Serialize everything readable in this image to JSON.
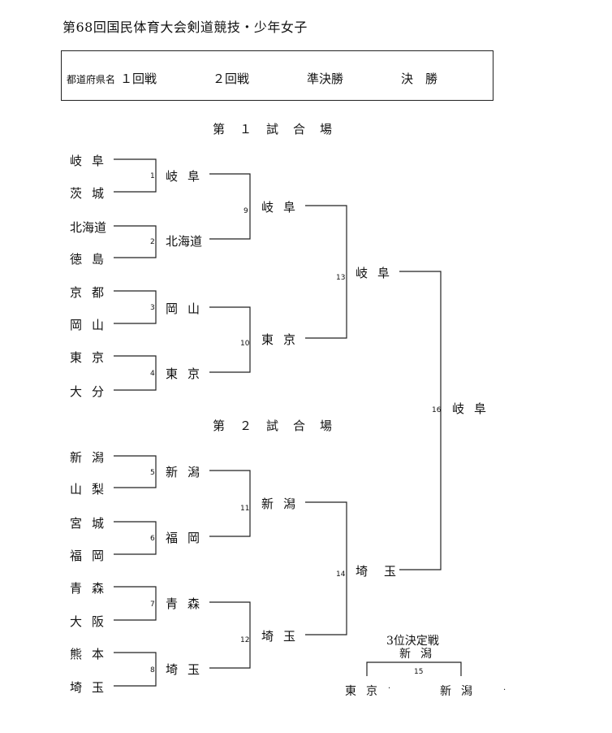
{
  "title": "第68回国民体育大会剣道競技・少年女子",
  "header": {
    "prefecture_label": "都道府県名",
    "round1": "１回戦",
    "round2": "２回戦",
    "semifinal": "準決勝",
    "final": "決　勝"
  },
  "sections": {
    "court1": "第１試合場",
    "court2": "第２試合場"
  },
  "teams": {
    "t1": "岐阜",
    "t2": "茨城",
    "t3": "北海道",
    "t4": "徳島",
    "t5": "京都",
    "t6": "岡山",
    "t7": "東京",
    "t8": "大分",
    "t9": "新潟",
    "t10": "山梨",
    "t11": "宮城",
    "t12": "福岡",
    "t13": "青森",
    "t14": "大阪",
    "t15": "熊本",
    "t16": "埼玉"
  },
  "round1_winners": {
    "m1": "岐阜",
    "m2": "北海道",
    "m3": "岡山",
    "m4": "東京",
    "m5": "新潟",
    "m6": "福岡",
    "m7": "青森",
    "m8": "埼玉"
  },
  "round2_winners": {
    "m9": "岐阜",
    "m10": "東京",
    "m11": "新潟",
    "m12": "埼玉"
  },
  "semifinal_winners": {
    "m13": "岐阜",
    "m14": "埼玉"
  },
  "champion": {
    "m16": "岐阜"
  },
  "match_numbers": {
    "n1": "1",
    "n2": "2",
    "n3": "3",
    "n4": "4",
    "n5": "5",
    "n6": "6",
    "n7": "7",
    "n8": "8",
    "n9": "9",
    "n10": "10",
    "n11": "11",
    "n12": "12",
    "n13": "13",
    "n14": "14",
    "n15": "15",
    "n16": "16"
  },
  "third_place": {
    "title": "3位決定戦",
    "winner": "新潟",
    "left": "東京",
    "right": "新潟"
  }
}
